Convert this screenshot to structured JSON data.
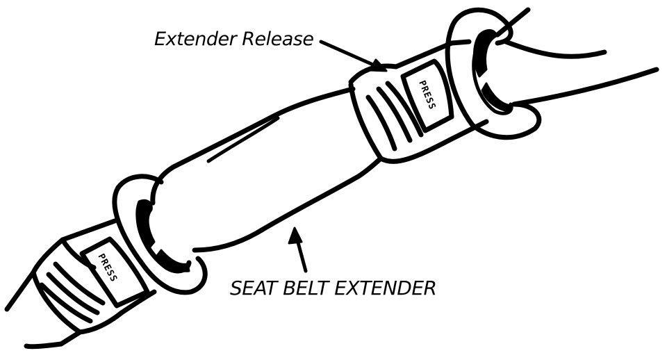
{
  "labels": {
    "extender_release": "Extender Release",
    "seat_belt_extender": "SEAT BELT EXTENDER"
  },
  "buttons": {
    "upper_press": "PRESS",
    "lower_press": "PRESS"
  },
  "colors": {
    "ink": "#000000",
    "background": "#ffffff"
  }
}
